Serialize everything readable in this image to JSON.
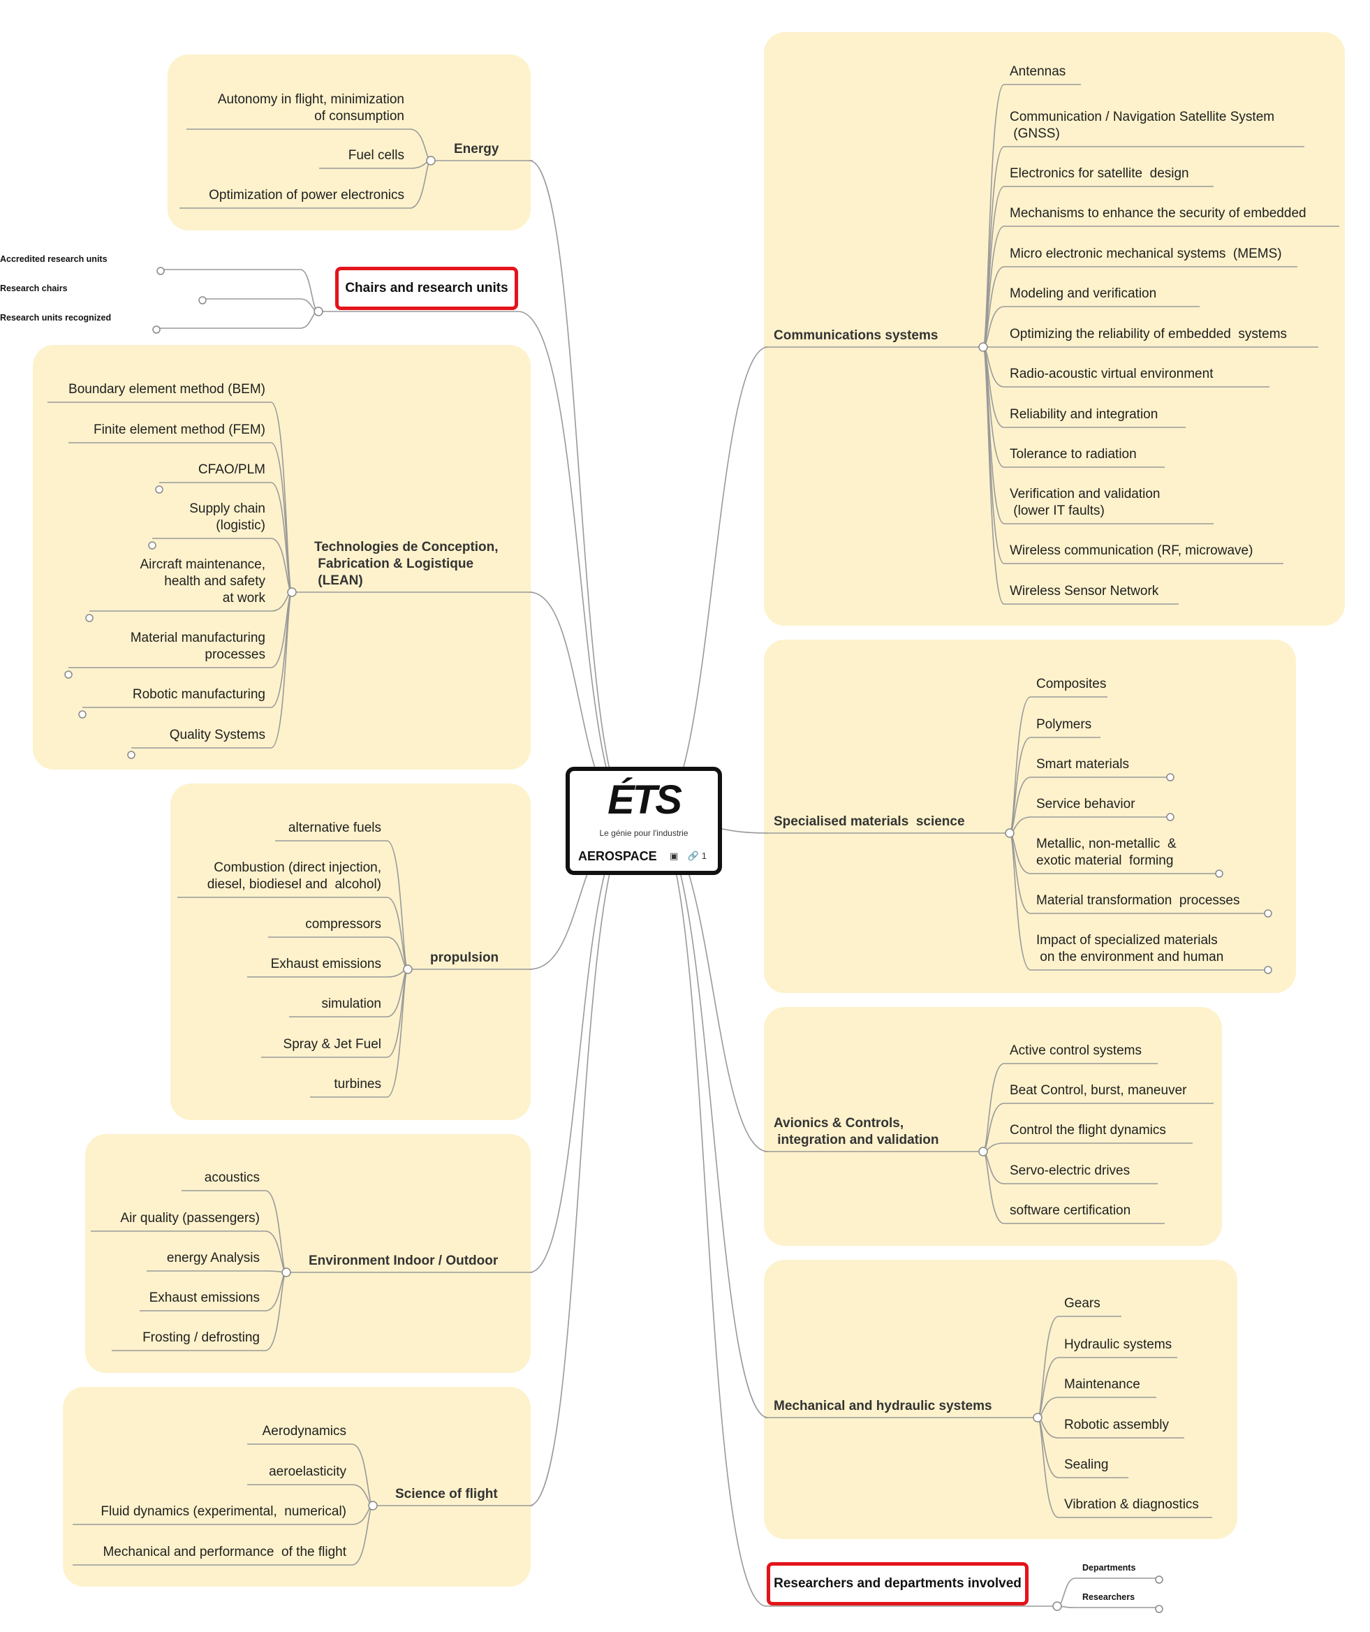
{
  "center": {
    "logo": "ÉTS",
    "tagline": "Le génie pour l'industrie",
    "title": "AEROSPACE",
    "image_icon": "image-icon",
    "link_icon": "link-icon",
    "link_count": "1"
  },
  "energy": {
    "label": "Energy",
    "items": [
      "Autonomy in flight, minimization\n of consumption",
      "Fuel cells",
      "Optimization of power electronics"
    ]
  },
  "chairs": {
    "label": "Chairs and research  units",
    "items": [
      "Accredited research units",
      "Research chairs",
      "Research units recognized"
    ]
  },
  "tech": {
    "label": "Technologies de Conception,\n Fabrication & Logistique\n (LEAN)",
    "items": [
      "Boundary element method (BEM)",
      "Finite element method (FEM)",
      "CFAO/PLM",
      "Supply chain\n(logistic)",
      "Aircraft maintenance,\n health and safety\n at work",
      "Material manufacturing\n processes",
      "Robotic manufacturing",
      "Quality Systems"
    ]
  },
  "propulsion": {
    "label": "propulsion",
    "items": [
      "alternative fuels",
      "Combustion (direct injection,\n diesel, biodiesel and  alcohol)",
      "compressors",
      "Exhaust emissions",
      "simulation",
      "Spray & Jet Fuel",
      "turbines"
    ]
  },
  "environment": {
    "label": "Environment Indoor / Outdoor",
    "items": [
      "acoustics",
      "Air quality (passengers)",
      "energy Analysis",
      "Exhaust emissions",
      "Frosting / defrosting"
    ]
  },
  "flight": {
    "label": "Science of flight",
    "items": [
      "Aerodynamics",
      "aeroelasticity",
      "Fluid dynamics (experimental,  numerical)",
      "Mechanical and performance  of the flight"
    ]
  },
  "comms": {
    "label": "Communications systems",
    "items": [
      "Antennas",
      "Communication / Navigation Satellite System\n (GNSS)",
      "Electronics for satellite  design",
      "Mechanisms to enhance the security of embedded",
      "Micro electronic mechanical systems  (MEMS)",
      "Modeling and verification",
      "Optimizing the reliability of embedded  systems",
      "Radio-acoustic virtual environment",
      "Reliability and integration",
      "Tolerance to radiation",
      "Verification and validation\n (lower IT faults)",
      "Wireless communication (RF, microwave)",
      "Wireless Sensor Network"
    ]
  },
  "materials": {
    "label": "Specialised materials  science",
    "items": [
      "Composites",
      "Polymers",
      "Smart materials",
      "Service behavior",
      "Metallic, non-metallic  &\nexotic material  forming",
      "Material transformation  processes",
      "Impact of specialized materials\n on the environment and human"
    ]
  },
  "avionics": {
    "label": "Avionics & Controls,\n integration and validation",
    "items": [
      "Active control systems",
      "Beat Control, burst, maneuver",
      "Control the flight dynamics",
      "Servo-electric drives",
      "software certification"
    ]
  },
  "mech": {
    "label": "Mechanical and hydraulic systems",
    "items": [
      "Gears",
      "Hydraulic systems",
      "Maintenance",
      "Robotic assembly",
      "Sealing",
      "Vibration & diagnostics"
    ]
  },
  "researchers": {
    "label": "Researchers and departments involved",
    "items": [
      "Departments",
      "Researchers"
    ]
  },
  "colors": {
    "panel": "#fdf2cc",
    "highlight": "#e3141b",
    "line": "#999999"
  }
}
